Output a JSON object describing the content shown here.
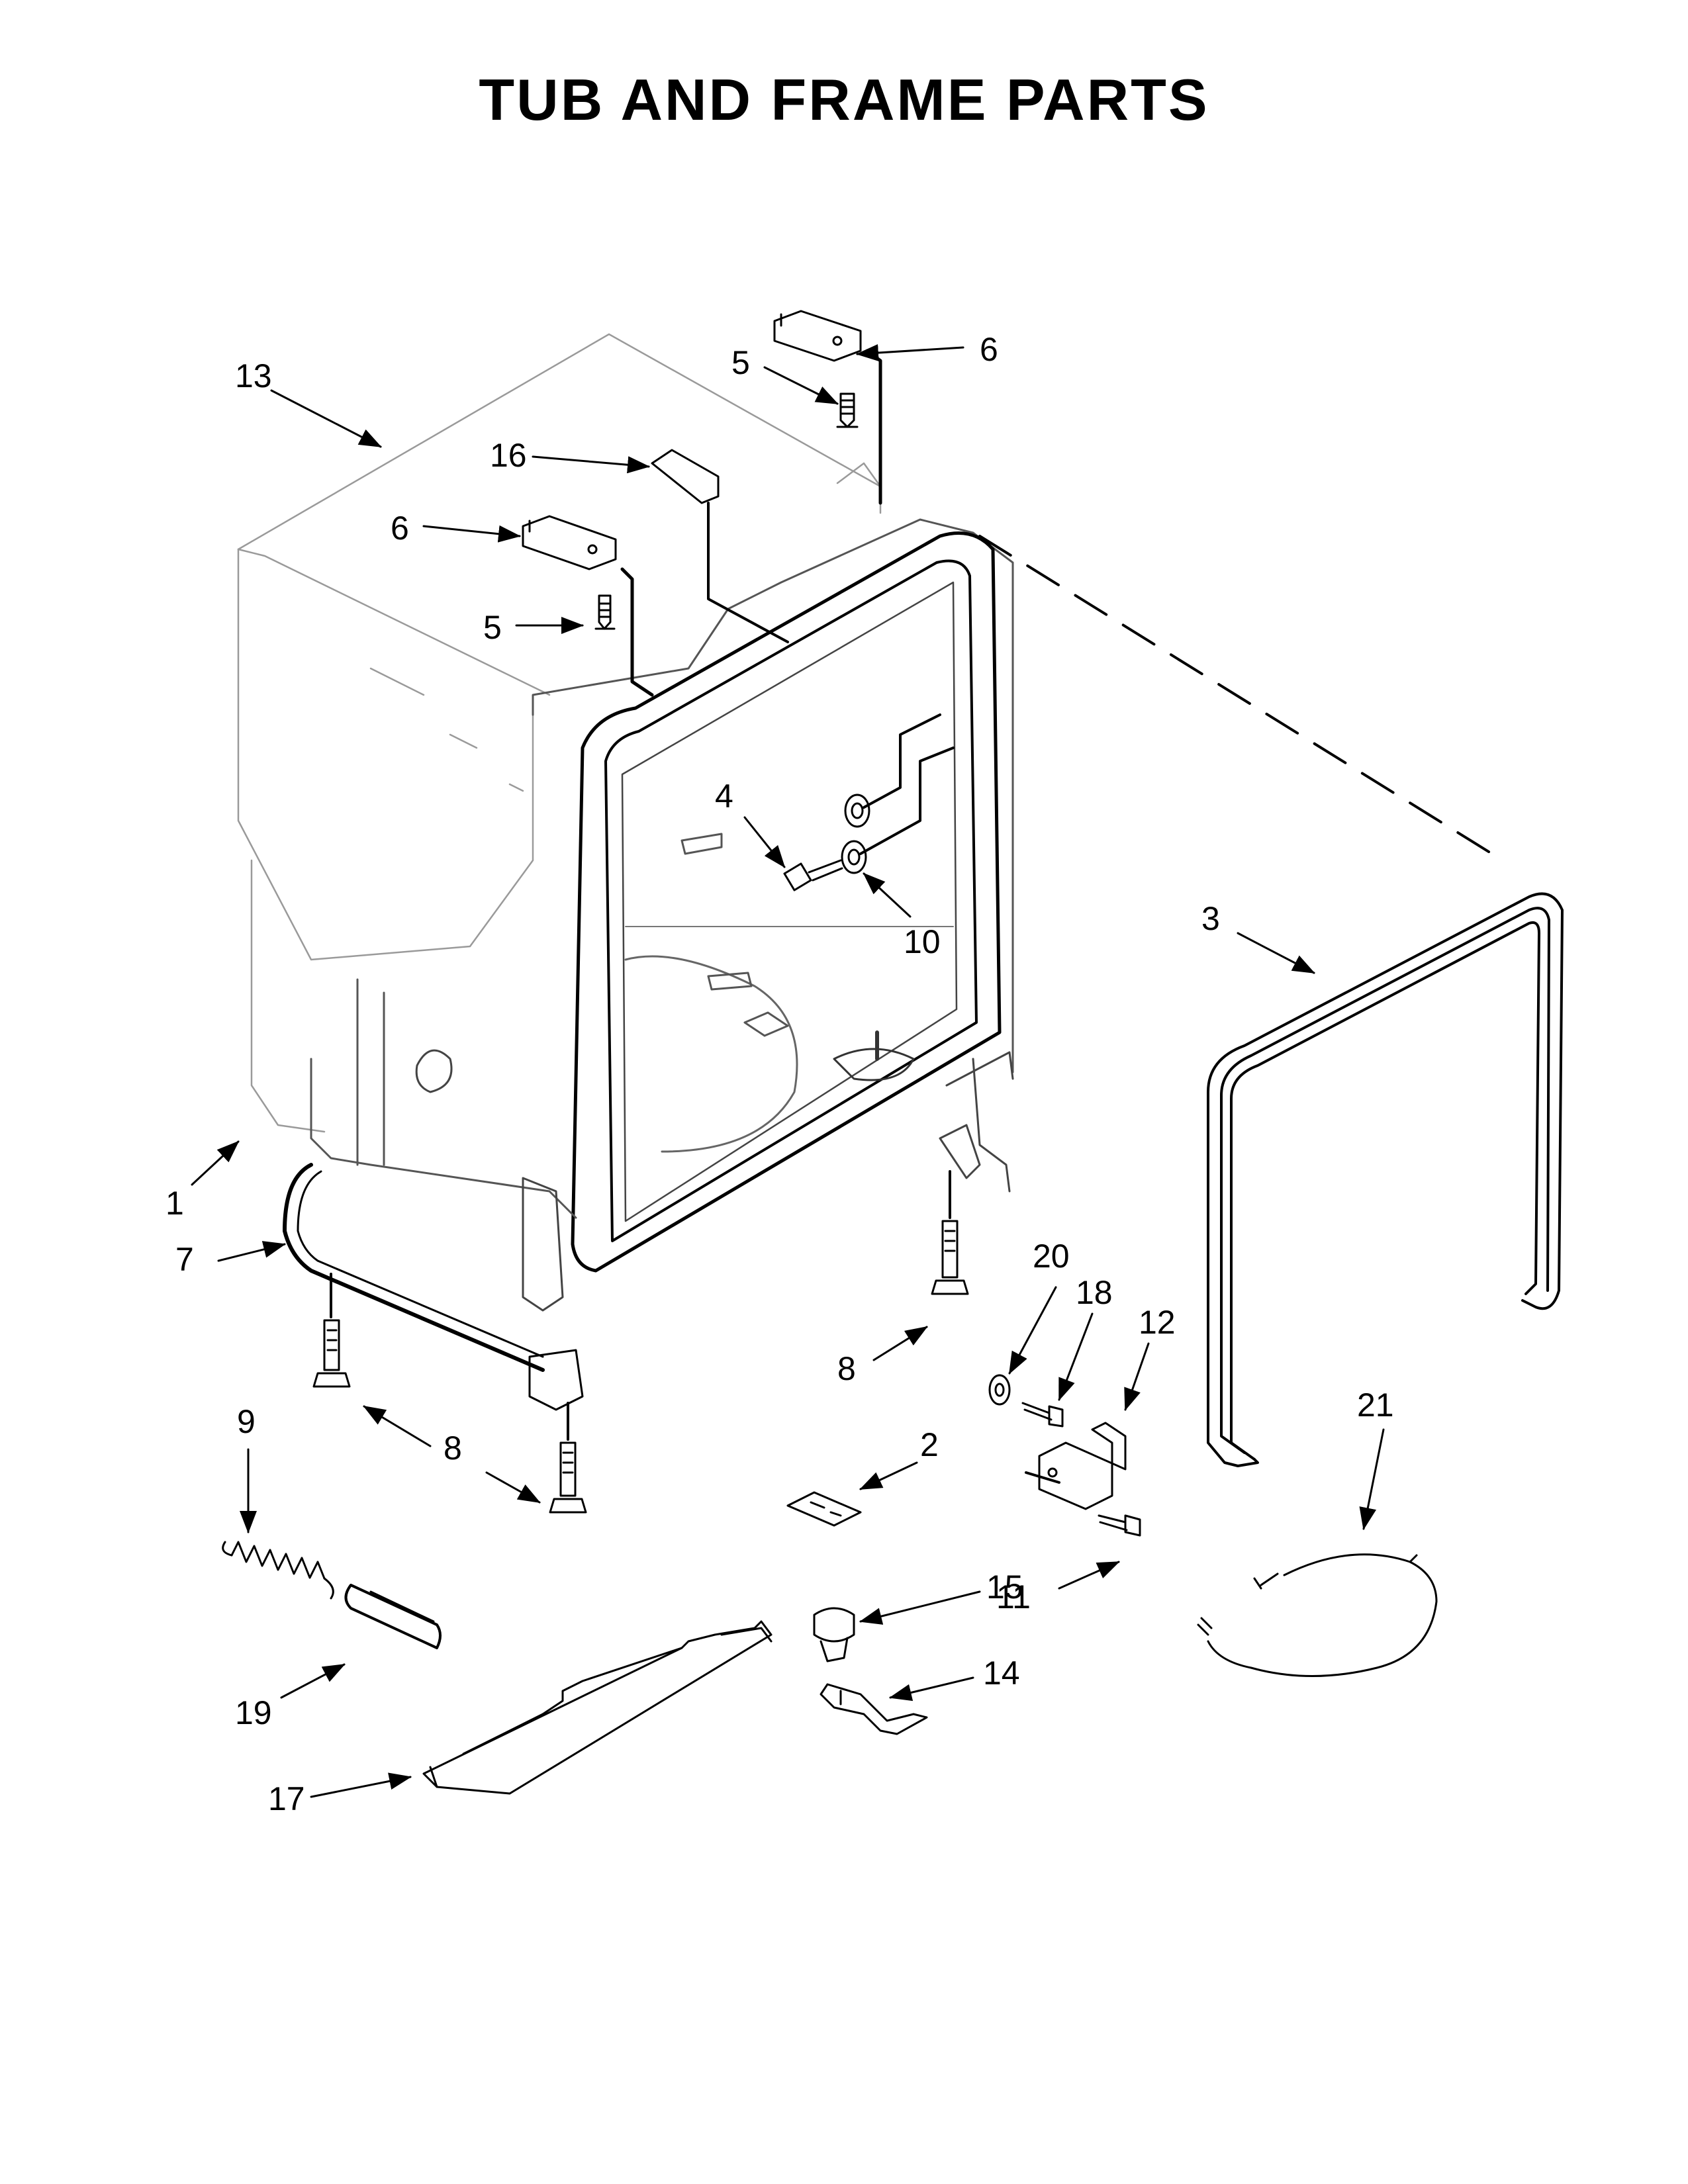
{
  "title": "TUB AND FRAME PARTS",
  "callouts": {
    "c1": "1",
    "c2": "2",
    "c3": "3",
    "c4": "4",
    "c5a": "5",
    "c5b": "5",
    "c6a": "6",
    "c6b": "6",
    "c7": "7",
    "c8a": "8",
    "c8b": "8",
    "c9": "9",
    "c10": "10",
    "c11": "11",
    "c12": "12",
    "c13": "13",
    "c14": "14",
    "c15": "15",
    "c16": "16",
    "c17": "17",
    "c18": "18",
    "c19": "19",
    "c20": "20",
    "c21": "21"
  }
}
